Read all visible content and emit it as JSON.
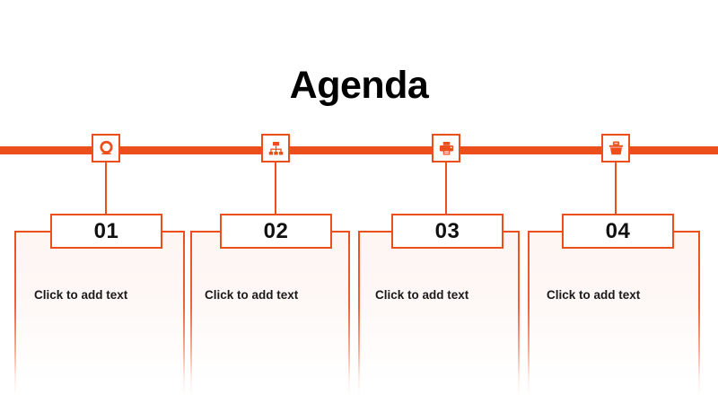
{
  "slide": {
    "title": "Agenda",
    "background_color": "#ffffff",
    "accent_color": "#ec4e1c",
    "text_color": "#000000"
  },
  "timeline": {
    "bar_color": "#ec4e1c"
  },
  "items": [
    {
      "number": "01",
      "icon": "target-icon",
      "body": "Click to add text"
    },
    {
      "number": "02",
      "icon": "org-chart-icon",
      "body": "Click to add text"
    },
    {
      "number": "03",
      "icon": "printer-icon",
      "body": "Click to add text"
    },
    {
      "number": "04",
      "icon": "briefcase-icon",
      "body": "Click to add text"
    }
  ]
}
